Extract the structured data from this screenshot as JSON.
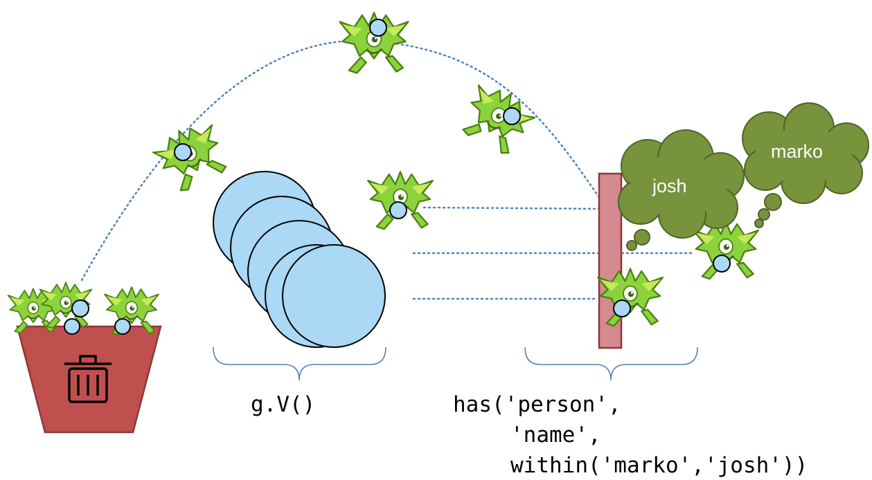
{
  "labels": {
    "step1": "g.V()",
    "step2_line1": "has('person',",
    "step2_line2": "'name',",
    "step2_line3": "within('marko','josh'))"
  },
  "clouds": {
    "josh": "josh",
    "marko": "marko"
  },
  "colors": {
    "gremlin_green": "#8cd23c",
    "gremlin_outline": "#4a7f12",
    "traverser_blue": "#aad8f5",
    "bucket_red": "#c0504d",
    "filter_bar": "#d48a8e",
    "cloud_green": "#77933c",
    "path_blue": "#4f81bd"
  },
  "icons": [
    "trash-icon"
  ]
}
